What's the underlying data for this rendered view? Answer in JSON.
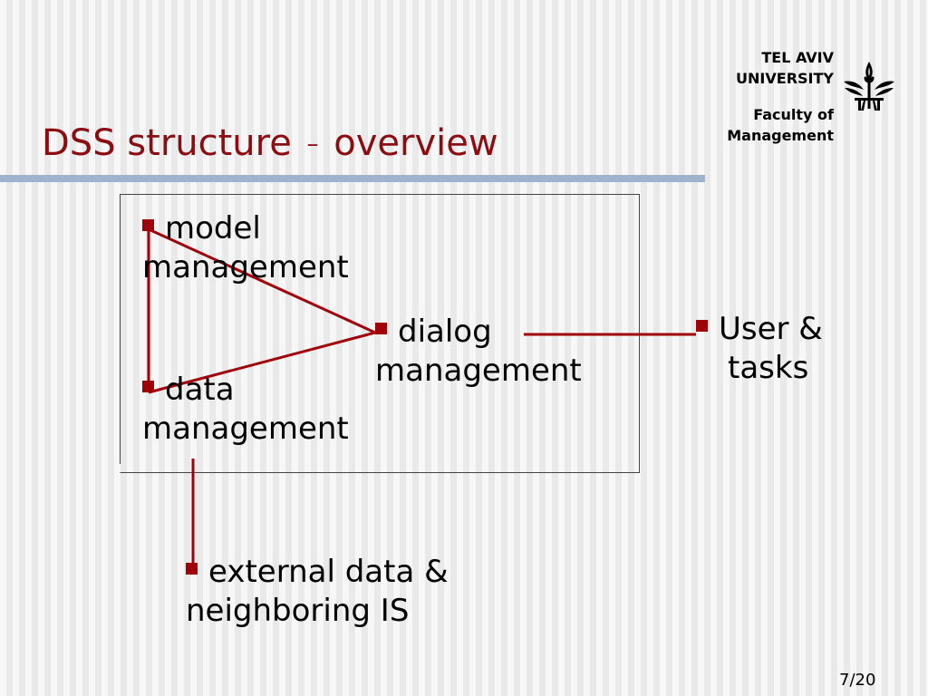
{
  "slide": {
    "title_main": "DSS structure",
    "title_dash": "–",
    "title_tail": "overview",
    "page_number": "7/20"
  },
  "logo": {
    "line1": "TEL AVIV",
    "line2": "UNIVERSITY",
    "line3": "Faculty of",
    "line4": "Management",
    "emblem": "tel-aviv-university-emblem"
  },
  "diagram": {
    "model_management": {
      "line1": "model",
      "line2": "management"
    },
    "dialog_management": {
      "line1": "dialog",
      "line2": "management"
    },
    "data_management": {
      "line1": "data",
      "line2": "management"
    },
    "user_tasks": {
      "line1": "User &",
      "line2": "tasks"
    },
    "external_data": {
      "line1": "external data &",
      "line2": "neighboring IS"
    }
  },
  "colors": {
    "title": "#8b0d12",
    "connector": "#a0000a",
    "bullet": "#a0000a",
    "title_rule": "#9fb3cc"
  }
}
